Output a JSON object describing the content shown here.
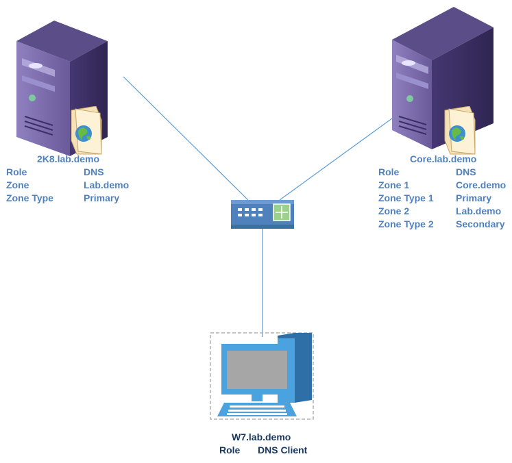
{
  "servers": [
    {
      "id": "2k8",
      "name": "2K8.lab.demo",
      "properties": [
        {
          "key": "Role",
          "value": "DNS"
        },
        {
          "key": "Zone",
          "value": "Lab.demo"
        },
        {
          "key": "Zone Type",
          "value": "Primary"
        }
      ]
    },
    {
      "id": "core",
      "name": "Core.lab.demo",
      "properties": [
        {
          "key": "Role",
          "value": "DNS"
        },
        {
          "key": "Zone 1",
          "value": "Core.demo"
        },
        {
          "key": "Zone Type 1",
          "value": "Primary"
        },
        {
          "key": "Zone 2",
          "value": "Lab.demo"
        },
        {
          "key": "Zone Type 2",
          "value": "Secondary"
        }
      ]
    }
  ],
  "client": {
    "name": "W7.lab.demo",
    "properties": [
      {
        "key": "Role",
        "value": "DNS Client"
      }
    ]
  },
  "icons": [
    "server-icon",
    "dns-folder-icon",
    "network-switch-icon",
    "pc-icon"
  ],
  "colors": {
    "label": "#4f81bd",
    "client_label": "#17375e",
    "link": "#5b9bd5",
    "server_front": "#7a6aa8",
    "server_side": "#4a3c72",
    "switch": "#4f81bd",
    "pc": "#4aa3df"
  }
}
